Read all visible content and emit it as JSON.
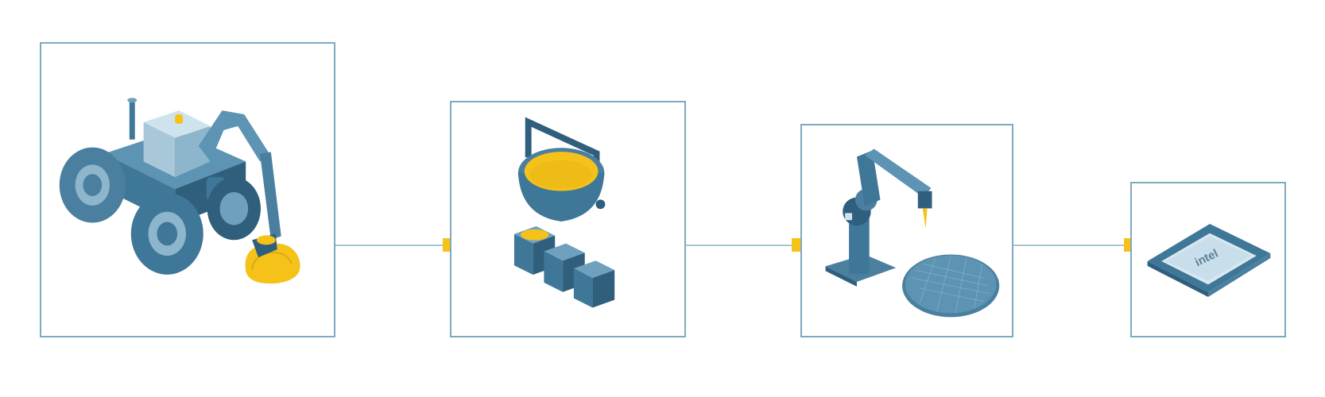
{
  "diagram": {
    "type": "process-flow",
    "steps": [
      {
        "id": "mining",
        "icon": "excavator-icon"
      },
      {
        "id": "smelting",
        "icon": "ladle-and-ingots-icon"
      },
      {
        "id": "fabrication",
        "icon": "robotic-arm-wafer-icon"
      },
      {
        "id": "processor",
        "icon": "cpu-chip-icon"
      }
    ],
    "chip_logo_text": "intel"
  },
  "colors": {
    "panel_border": "#7fa9c0",
    "connector": "#a9c4d3",
    "accent_yellow": "#f5c21a",
    "steel_blue": "#4a7f9f",
    "dark_blue": "#2f5f7d",
    "light_blue": "#a8c8da"
  }
}
